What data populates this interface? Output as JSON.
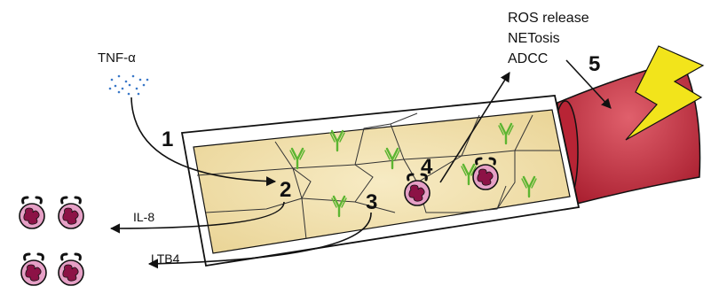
{
  "labels": {
    "tnf": "TNF-α",
    "il8": "IL-8",
    "ltb4": "LTB4",
    "ros": "ROS release",
    "netosis": "NETosis",
    "adcc": "ADCC"
  },
  "steps": {
    "s1": "1",
    "s2": "2",
    "s3": "3",
    "s4": "4",
    "s5": "5"
  },
  "colors": {
    "cell": "#f3e2ae",
    "cell_dark": "#e6cd86",
    "wall": "#ffffff",
    "tissue": "#c8283a",
    "antibody": "#5cb531",
    "neutrophil": "#e6a0c6",
    "nucleus": "#8c1246",
    "bolt": "#f2e41b",
    "dots": "#3a78c8"
  },
  "icons": [
    "lightning-bolt-icon",
    "neutrophil-icon",
    "antibody-icon"
  ]
}
